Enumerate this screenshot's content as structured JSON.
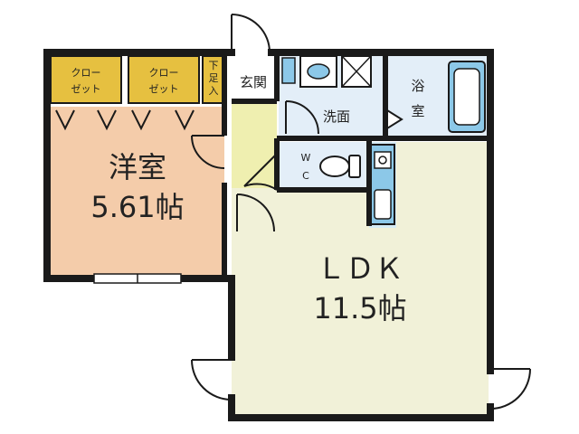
{
  "rooms": {
    "western": {
      "name": "洋室",
      "size": "5.61帖"
    },
    "ldk": {
      "name": "ＬＤＫ",
      "size": "11.5帖"
    },
    "entrance": {
      "name": "玄関"
    },
    "washroom": {
      "name": "洗面"
    },
    "bathroom": {
      "name": "浴室",
      "lines": [
        "浴",
        "室"
      ]
    },
    "wc": {
      "lines": [
        "W",
        "C"
      ]
    },
    "closet_left": {
      "lines": [
        "クロー",
        "ゼット"
      ]
    },
    "closet_right": {
      "lines": [
        "クロー",
        "ゼット"
      ]
    },
    "shoe_box": {
      "lines": [
        "下",
        "足",
        "入"
      ]
    }
  },
  "colors": {
    "wall": "#1a1a1a",
    "western_floor": "#f4ccaa",
    "ldk_floor": "#f1f1d8",
    "entrance_floor": "#efefb0",
    "closet_fill": "#e6c040",
    "wet_area_fill": "#e3eef8",
    "fixture_blue": "#8cc8e8"
  }
}
